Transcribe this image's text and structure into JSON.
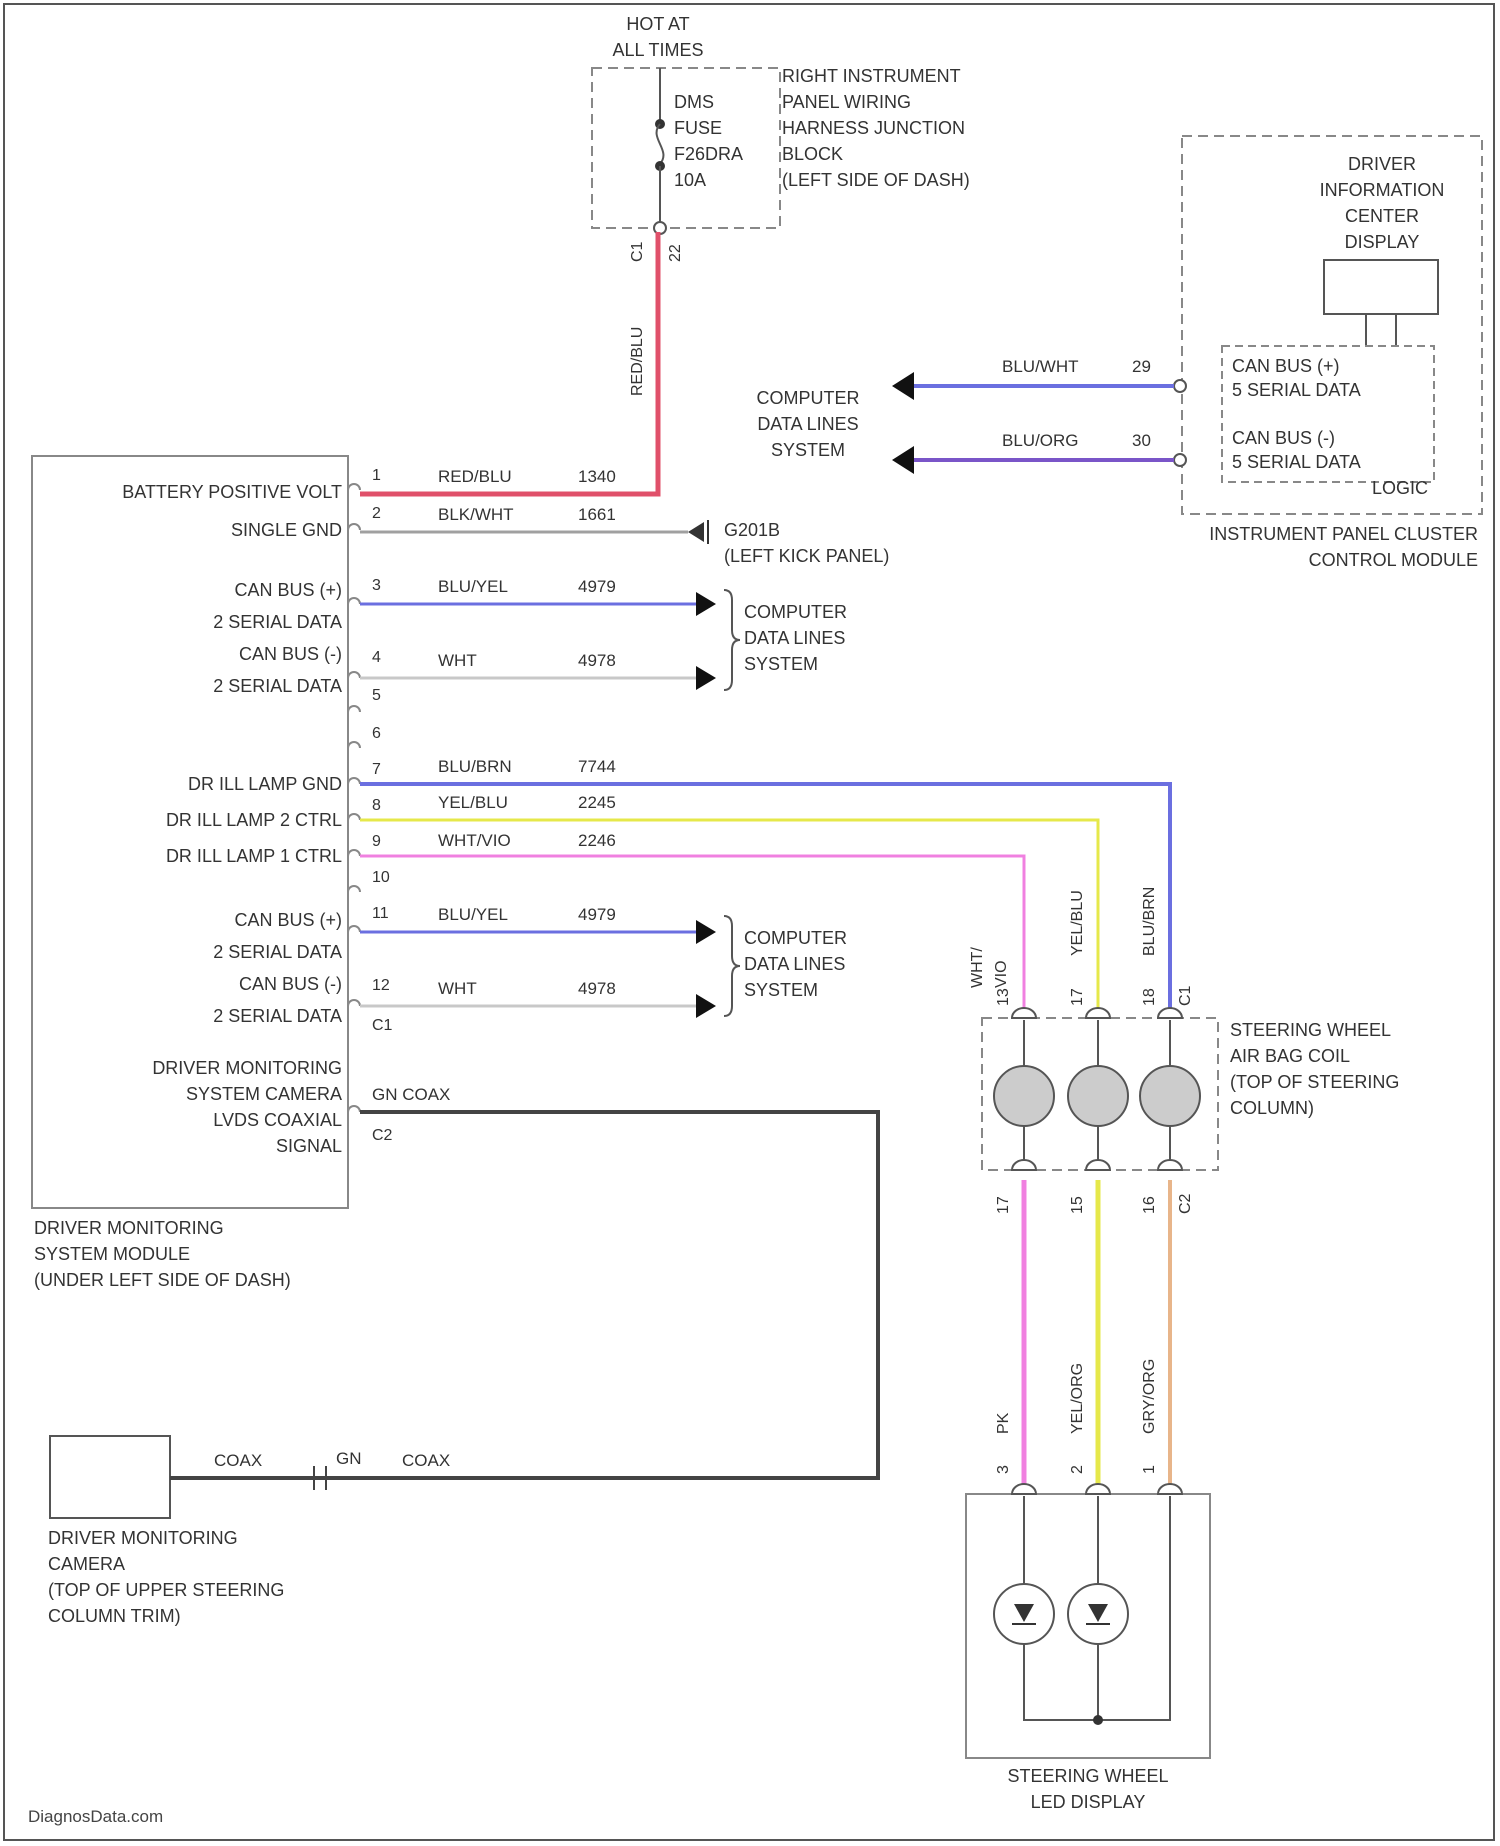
{
  "fuse_block": {
    "hot_label_1": "HOT AT",
    "hot_label_2": "ALL TIMES",
    "fuse_lines": [
      "DMS",
      "FUSE",
      "F26DRA",
      "10A"
    ],
    "location_lines": [
      "RIGHT INSTRUMENT",
      "PANEL WIRING",
      "HARNESS JUNCTION",
      "BLOCK",
      "(LEFT SIDE OF DASH)"
    ],
    "pin_a": "C1",
    "pin_b": "22",
    "feed_wire": "RED/BLU"
  },
  "dms_module": {
    "name_lines": [
      "DRIVER MONITORING",
      "SYSTEM MODULE",
      "(UNDER LEFT SIDE OF DASH)"
    ],
    "labels": {
      "batt": "BATTERY POSITIVE VOLT",
      "gnd": "SINGLE GND",
      "can_hi_1a": "CAN BUS (+)",
      "can_hi_1b": "2 SERIAL DATA",
      "can_lo_1a": "CAN BUS (-)",
      "can_lo_1b": "2 SERIAL DATA",
      "lamp_gnd": "DR ILL LAMP GND",
      "lamp2": "DR ILL LAMP 2 CTRL",
      "lamp1": "DR ILL LAMP 1 CTRL",
      "can_hi_2a": "CAN BUS (+)",
      "can_hi_2b": "2 SERIAL DATA",
      "can_lo_2a": "CAN BUS (-)",
      "can_lo_2b": "2 SERIAL DATA",
      "cam_1": "DRIVER MONITORING",
      "cam_2": "SYSTEM CAMERA",
      "cam_3": "LVDS COAXIAL",
      "cam_4": "SIGNAL"
    },
    "pins": {
      "p1": "1",
      "p2": "2",
      "p3": "3",
      "p4": "4",
      "p5": "5",
      "p6": "6",
      "p7": "7",
      "p8": "8",
      "p9": "9",
      "p10": "10",
      "p11": "11",
      "p12": "12",
      "c1": "C1",
      "c2": "C2"
    }
  },
  "wires": {
    "w1_color": "RED/BLU",
    "w1_circuit": "1340",
    "w2_color": "BLK/WHT",
    "w2_circuit": "1661",
    "w3_color": "BLU/YEL",
    "w3_circuit": "4979",
    "w4_color": "WHT",
    "w4_circuit": "4978",
    "w7_color": "BLU/BRN",
    "w7_circuit": "7744",
    "w8_color": "YEL/BLU",
    "w8_circuit": "2245",
    "w9_color": "WHT/VIO",
    "w9_circuit": "2246",
    "w11_color": "BLU/YEL",
    "w11_circuit": "4979",
    "w12_color": "WHT",
    "w12_circuit": "4978",
    "coax_label": "GN COAX"
  },
  "ground": {
    "id": "G201B",
    "location": "(LEFT KICK PANEL)"
  },
  "data_lines": {
    "line1": "COMPUTER",
    "line2": "DATA LINES",
    "line3": "SYSTEM"
  },
  "ipc": {
    "dic_lines": [
      "DRIVER",
      "INFORMATION",
      "CENTER",
      "DISPLAY"
    ],
    "can_hi_1": "CAN BUS (+)",
    "can_hi_2": "5 SERIAL DATA",
    "can_lo_1": "CAN BUS (-)",
    "can_lo_2": "5 SERIAL DATA",
    "logic": "LOGIC",
    "wire_hi_color": "BLU/WHT",
    "wire_hi_pin": "29",
    "wire_lo_color": "BLU/ORG",
    "wire_lo_pin": "30",
    "name_line1": "INSTRUMENT PANEL CLUSTER",
    "name_line2": "CONTROL MODULE"
  },
  "clockspring": {
    "name_lines": [
      "STEERING WHEEL",
      "AIR BAG COIL",
      "(TOP OF STEERING",
      "COLUMN)"
    ],
    "top_wire_1a": "WHT/",
    "top_wire_1b": "VIO",
    "top_wire_2": "YEL/BLU",
    "top_wire_3": "BLU/BRN",
    "top_pin_1": "13",
    "top_pin_2": "17",
    "top_pin_3": "18",
    "top_conn": "C1",
    "bot_pin_1": "17",
    "bot_pin_2": "15",
    "bot_pin_3": "16",
    "bot_conn": "C2",
    "bot_wire_1": "PK",
    "bot_wire_2": "YEL/ORG",
    "bot_wire_3": "GRY/ORG",
    "led_pin_1": "3",
    "led_pin_2": "2",
    "led_pin_3": "1"
  },
  "led_display": {
    "name_line1": "STEERING WHEEL",
    "name_line2": "LED DISPLAY"
  },
  "camera": {
    "name_lines": [
      "DRIVER MONITORING",
      "CAMERA",
      "(TOP OF UPPER STEERING",
      "COLUMN TRIM)"
    ],
    "coax_left": "COAX",
    "coax_mid": "GN",
    "coax_right": "COAX"
  },
  "watermark": "DiagnosData.com",
  "colors": {
    "red_blu": "#e0506a",
    "blk_wht": "#a0a0a0",
    "blu": "#6b6fe0",
    "blu_org": "#7a55c8",
    "yel": "#e6e84a",
    "pink": "#f080e0",
    "gry_org": "#e8b58a",
    "coax": "#444444"
  }
}
